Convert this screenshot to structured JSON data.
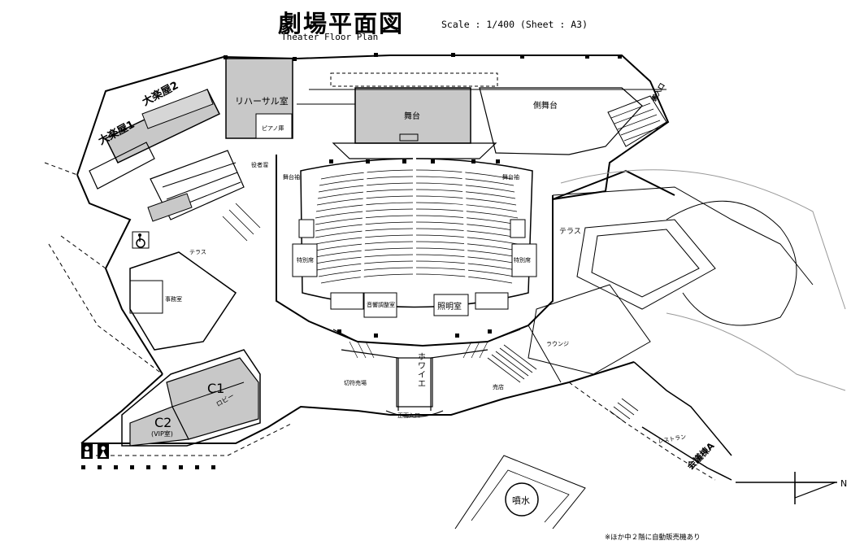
{
  "header": {
    "title": "劇場平面図",
    "subtitle": "Theater Floor Plan",
    "scale": "Scale : 1/400 (Sheet : A3)"
  },
  "rooms": {
    "rehearsal": "リハーサル室",
    "piano": "ピアノ庫",
    "stage": "舞台",
    "side_stage": "側舞台",
    "dressing1": "大楽屋1",
    "dressing2": "大楽屋2",
    "stage_wing_left": "舞台袖",
    "stage_wing_right": "舞台袖",
    "terrace_left": "テラス",
    "terrace_right": "テラス",
    "special_left": "特別席",
    "special_right": "特別席",
    "sound_control": "音響調整室",
    "lighting": "照明室",
    "foyer": "ホワイエ",
    "lobby": "ロビー",
    "ticket": "切符売場",
    "shop": "売店",
    "lounge": "ラウンジ",
    "main_entrance": "正面入口",
    "carry_in": "搬入口",
    "restaurant": "レストラン",
    "conference_a": "会議棟A",
    "fountain": "噴水",
    "c1": "C1",
    "c2": "C2",
    "vip": "(VIP室)",
    "office": "事務室",
    "performers": "役者溜"
  },
  "footer": {
    "note": "※ほか中２階に自動販売機あり",
    "north": "N"
  }
}
